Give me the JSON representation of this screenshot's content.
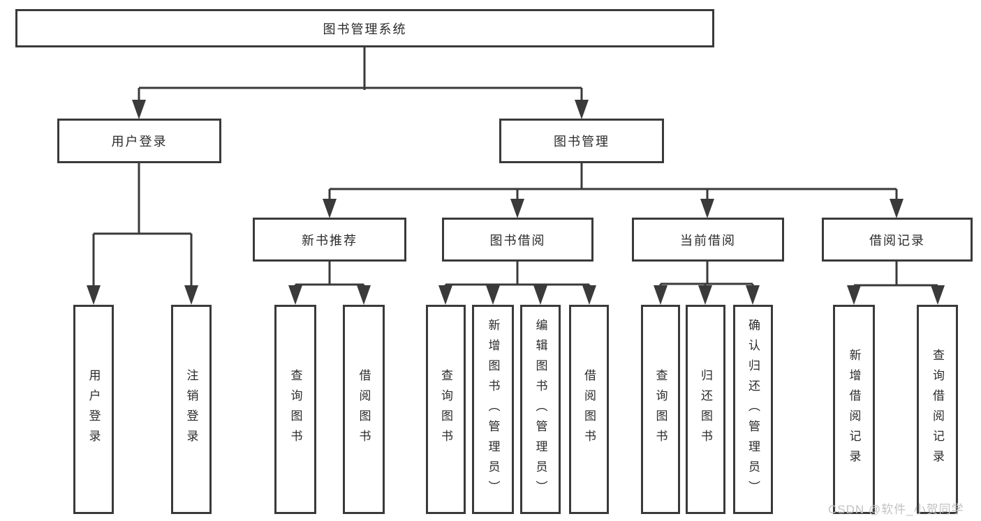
{
  "tree": {
    "root": {
      "label": "图书管理系统"
    },
    "branches": [
      {
        "label": "用户登录",
        "leaves": [
          "用户登录",
          "注销登录"
        ]
      },
      {
        "label": "图书管理",
        "groups": [
          {
            "label": "新书推荐",
            "leaves": [
              "查询图书",
              "借阅图书"
            ]
          },
          {
            "label": "图书借阅",
            "leaves": [
              "查询图书",
              "新增图书（管理员）",
              "编辑图书（管理员）",
              "借阅图书"
            ]
          },
          {
            "label": "当前借阅",
            "leaves": [
              "查询图书",
              "归还图书",
              "确认归还（管理员）"
            ]
          },
          {
            "label": "借阅记录",
            "leaves": [
              "新增借阅记录",
              "查询借阅记录"
            ]
          }
        ]
      }
    ]
  },
  "watermark": {
    "text": "CSDN @软件_小贺同学"
  },
  "colors": {
    "line": "#3a3a3a",
    "box_border": "#3a3a3a",
    "text": "#2b2b2b",
    "watermark": "#c2c2c2",
    "background": "#ffffff"
  }
}
